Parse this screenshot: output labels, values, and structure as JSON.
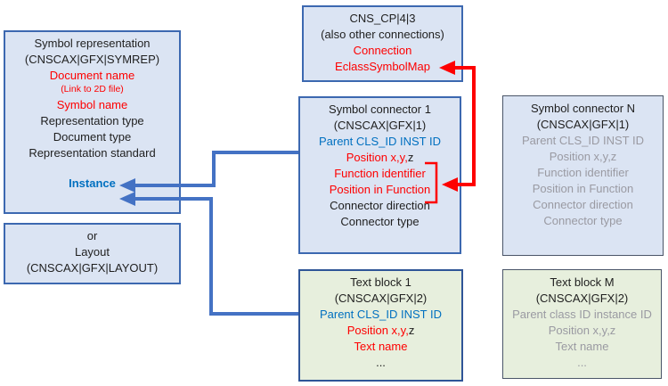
{
  "sym_rep": {
    "title": "Symbol representation",
    "code": "(CNSCAX|GFX|SYMREP)",
    "doc_name": "Document name",
    "link_note": "(Link to 2D file)",
    "symbol_name": "Symbol name",
    "rep_type": "Representation type",
    "doc_type": "Document type",
    "rep_standard": "Representation standard",
    "instance": "Instance"
  },
  "layout_box": {
    "or_label": "or",
    "name": "Layout",
    "code": "(CNSCAX|GFX|LAYOUT)"
  },
  "cns_cp": {
    "title": "CNS_CP|4|3",
    "subtitle": "(also other connections)",
    "connection": "Connection",
    "eclass_map": "EclassSymbolMap"
  },
  "connector1": {
    "title": "Symbol connector 1",
    "code": "(CNSCAX|GFX|1)",
    "parent": "Parent CLS_ID INST ID",
    "position_red": "Position x,y,",
    "position_z": "z",
    "func_id": "Function identifier",
    "pos_in_func": "Position in Function",
    "direction": "Connector direction",
    "ctype": "Connector type"
  },
  "connectorN": {
    "title": "Symbol connector N",
    "code": "(CNSCAX|GFX|1)",
    "parent": "Parent CLS_ID INST ID",
    "position": "Position x,y,z",
    "func_id": "Function identifier",
    "pos_in_func": "Position in Function",
    "direction": "Connector direction",
    "ctype": "Connector type"
  },
  "textblock1": {
    "title": "Text block 1",
    "code": "(CNSCAX|GFX|2)",
    "parent": "Parent CLS_ID INST ID",
    "position_red": "Position x,y,",
    "position_z": "z",
    "text_name": "Text name",
    "ellipsis": "..."
  },
  "textblockM": {
    "title": "Text block M",
    "code": "(CNSCAX|GFX|2)",
    "parent": "Parent class ID instance ID",
    "position": "Position x,y,z",
    "text_name": "Text name",
    "ellipsis": "..."
  },
  "colors": {
    "box_blue_fill": "#dbe4f3",
    "box_blue_border": "#3c68b0",
    "box_green_fill": "#e7efdd",
    "textblock1_border": "#2f5597",
    "thin_dark_border": "#4a5568",
    "red_text": "#fe0000",
    "blue_text": "#0070c0",
    "gray_text": "#9a9aa2",
    "arrow_blue": "#4472c4",
    "arrow_red": "#fe0000"
  }
}
